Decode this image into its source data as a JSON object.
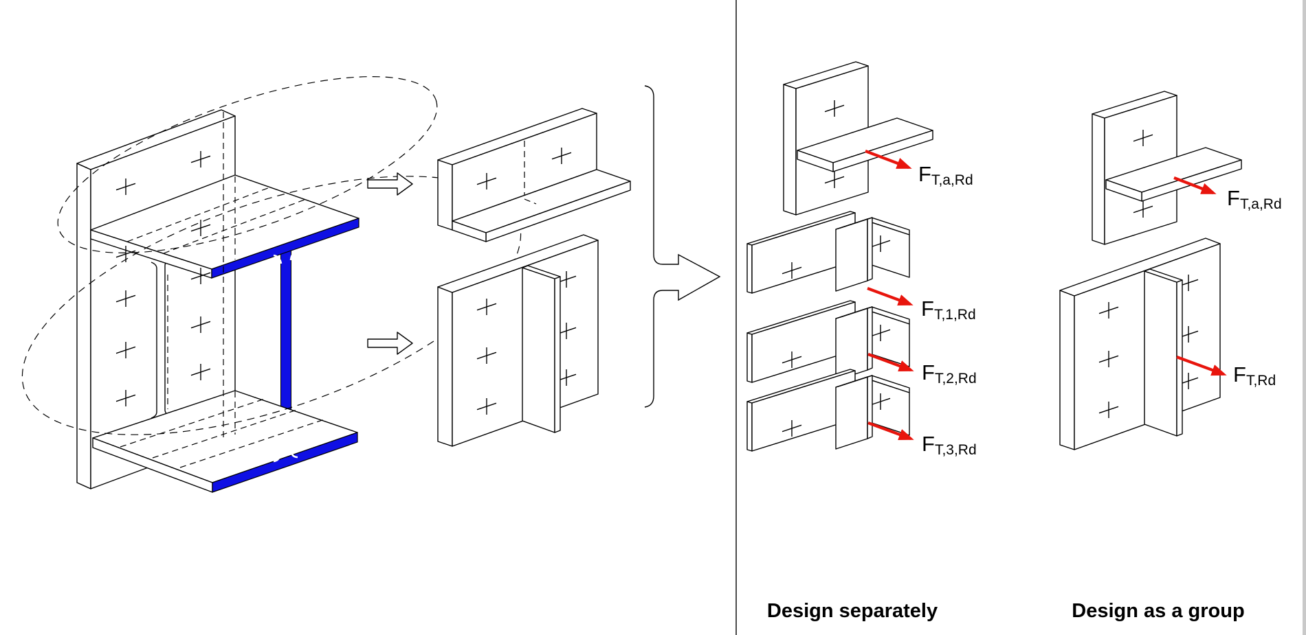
{
  "colors": {
    "section_highlight": "#0f10e4",
    "force_arrow": "#e8150d",
    "line": "#000000",
    "background": "#ffffff",
    "window_edge": "#c9c9c9"
  },
  "captions": {
    "separate": "Design separately",
    "group": "Design as a group"
  },
  "force_labels": {
    "sep_a": {
      "main": "F",
      "sub": "T,a,Rd"
    },
    "sep_1": {
      "main": "F",
      "sub": "T,1,Rd"
    },
    "sep_2": {
      "main": "F",
      "sub": "T,2,Rd"
    },
    "sep_3": {
      "main": "F",
      "sub": "T,3,Rd"
    },
    "grp_a": {
      "main": "F",
      "sub": "T,a,Rd"
    },
    "grp": {
      "main": "F",
      "sub": "T,Rd"
    }
  },
  "icons": {
    "transform_top": "hollow-right-arrow-icon",
    "transform_bottom": "hollow-right-arrow-icon",
    "combine": "brace-arrow-icon",
    "bolt": "bolt-cross-icon",
    "bolt_group_regions": "dashed-ellipse-icon"
  }
}
